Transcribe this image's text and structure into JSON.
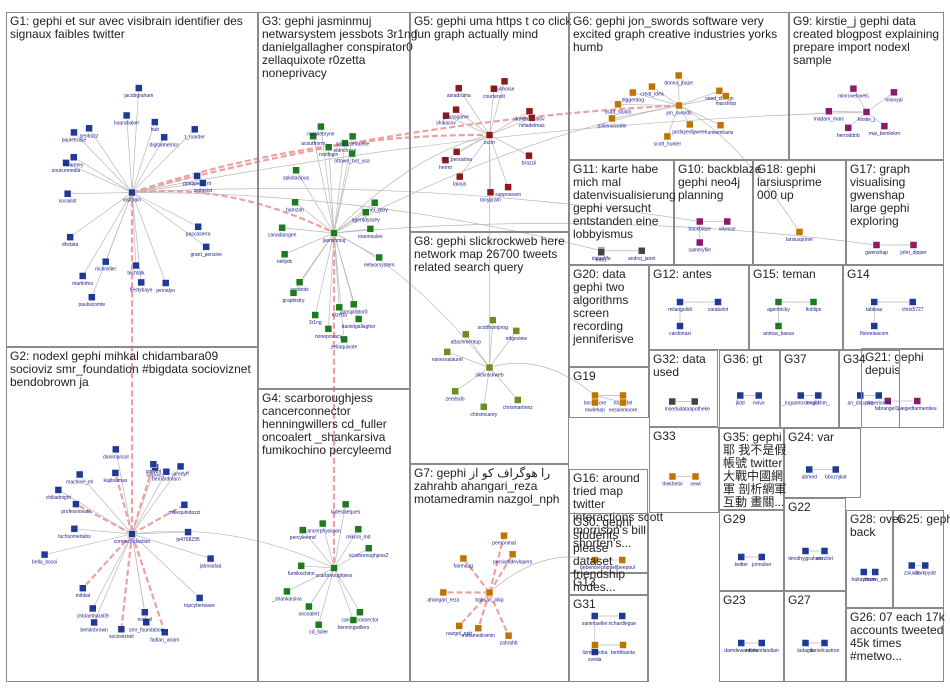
{
  "groups": [
    {
      "id": "G1",
      "title": [
        "G1: gephi et sur avec visibrain identifier des",
        "signaux faibles twitter"
      ],
      "color": "#1f3a93",
      "nodes": [
        "visibrain",
        "pascaserra",
        "grant_pensive",
        "jennalyo",
        "fiestybaye",
        "techtalk",
        "nickmiller",
        "paulsicomte",
        "martinfeo",
        "dhctata",
        "socialist",
        "sourcemedia",
        "mlarmey",
        "seobuzz",
        "pauletruise",
        "haurabaker",
        "jacobgraham",
        "hub",
        "digitalmetrics",
        "t_roarder",
        "ppeppermint",
        "zeitgeist"
      ]
    },
    {
      "id": "G2",
      "title": [
        "G2: nodexl gephi mihkal chidambara09",
        "socioviz smr_foundation #bigdata socioviznet",
        "bendobrown ja"
      ],
      "color": "#1f3a93",
      "nodes": [
        "connectedaction",
        "jatovadaa",
        "topcyberwave",
        "fadlan_anam",
        "smr_foundation",
        "nodexl",
        "socioviznet",
        "bendobrown",
        "chidambara09",
        "mihkal",
        "bella_bossi",
        "tuchsomerlabs",
        "professionals",
        "chiliadnight",
        "machine_ml",
        "kajitoumas",
        "danimarisol",
        "socioviz",
        "unswnl",
        "bernardmaro",
        "jaredyff",
        "mikequindazzi",
        "ip4768235"
      ]
    },
    {
      "id": "G3",
      "title": [
        "G3: gephi jasminmuj",
        "netwarsystem jessbots 3r1ng",
        "danielgallagher conspirator0",
        "zellaquixote r0zetta",
        "noneprivacy"
      ],
      "color": "#1e7a1e",
      "nodes": [
        "jasminmuj",
        "netwarsystem",
        "danielgallagher",
        "conspirator0",
        "zellaquixote",
        "r0zetta",
        "noneprivacy",
        "3r1ng",
        "jessbots",
        "graphistry",
        "nellydc",
        "canadiangen",
        "hamzah",
        "sploitacious",
        "acoutfrorm",
        "nataliebryne",
        "rootlogin",
        "eldrichgcg",
        "squidzonabelle",
        "ottown_bot_usa",
        "kamer_gary",
        "agentdyssey",
        "ioannoulev"
      ]
    },
    {
      "id": "G4",
      "title": [
        "G4: scarboroughjess",
        "cancerconnector",
        "henningwillers cd_fuller",
        "oncoalert _shankarsiva",
        "fumikochino percyleemd"
      ],
      "color": "#1e7a1e",
      "nodes": [
        "scarboroughjess",
        "cancerconnector",
        "henningwillers",
        "cd_fuller",
        "oncoalert",
        "_shankarsiva",
        "fumikochino",
        "percyleemd",
        "cancerphysician",
        "ladeslaeques",
        "mikroli_md",
        "scarboroughjess2"
      ]
    },
    {
      "id": "G5",
      "title": [
        "G5: gephi uma https t co click",
        "fun graph actually mind"
      ],
      "color": "#8b1a1a",
      "nodes": [
        "ocorr",
        "brazzii",
        "supposeam",
        "tonypram",
        "lalaus",
        "hermt",
        "mv_persistiva",
        "shikacov",
        "gaussgame",
        "asradruma",
        "courtenolt",
        "nullnoise",
        "dandierdubov",
        "mfiadelmas"
      ]
    },
    {
      "id": "G6",
      "title": [
        "G6: gephi jon_swords software very",
        "excited graph creative industries yorks",
        "humb"
      ],
      "color": "#c07400",
      "nodes": [
        "jon_swords",
        "smeimhans",
        "jardayedigweek",
        "scott_hunter",
        "poliencicodin",
        "ssad_studio",
        "diggerdog",
        "creat_idea",
        "donna_jbase",
        "seed_design",
        "marshlop"
      ]
    },
    {
      "id": "G7",
      "title": [
        "G7: gephi ‫را هوگراف کو از‬",
        "zahrahb ahangari_reza",
        "motamedramin nazgol_nph"
      ],
      "color": "#c07400",
      "nodes": [
        "bahsan_nikp",
        "zahrahb",
        "motamedramin",
        "nazgol_nph",
        "ahangari_reza",
        "fairmaag",
        "pernonmal",
        "persianidevlopers"
      ]
    },
    {
      "id": "G8",
      "title": [
        "G8: gephi slickrockweb here",
        "network map 26700 tweets",
        "related search query"
      ],
      "color": "#6b8e23",
      "nodes": [
        "slickrockweb",
        "chrismartinez",
        "chrismcarey",
        "zeedsdo",
        "vanessalaurel",
        "attachmentup",
        "scotthuntprog",
        "edgeview"
      ]
    },
    {
      "id": "G9",
      "title": [
        "G9: kirstie_j gephi data",
        "created blogpost explaining",
        "prepare import nodexl",
        "sample"
      ],
      "color": "#8b1a6b",
      "nodes": [
        "kirstie_j",
        "mai_bemlekm",
        "herroddob",
        "madam_marc",
        "minrovelovels",
        "minnyal"
      ]
    },
    {
      "id": "G10",
      "title": [
        "G10: backblaze",
        "gephi neo4j",
        "planning"
      ],
      "color": "#8b1a6b",
      "nodes": [
        "backblaze",
        "vikesse",
        "sammyfile"
      ]
    },
    {
      "id": "G11",
      "title": [
        "G11: karte habe",
        "mich mal",
        "datenvisualisierung",
        "gephi versucht",
        "entstanden eine",
        "lobbyismus"
      ],
      "color": "#444",
      "nodes": [
        "dataolife",
        "andrej_janet",
        "mrk1"
      ]
    },
    {
      "id": "G12",
      "title": [
        "G12: antes"
      ],
      "color": "#1f3a93",
      "nodes": [
        "milangolidi",
        "carabelot",
        "cardonazi"
      ]
    },
    {
      "id": "G13",
      "title": [
        "G13"
      ],
      "color": "#1f3a93",
      "nodes": [
        "sammueller",
        "richardlegue",
        "sveda"
      ]
    },
    {
      "id": "G14",
      "title": [
        "G14"
      ],
      "color": "#1f3a93",
      "nodes": [
        "tableau",
        "chris5727",
        "floreeisacom"
      ]
    },
    {
      "id": "G15",
      "title": [
        "G15: teman"
      ],
      "color": "#1e7a1e",
      "nodes": [
        "agentricky",
        "fioblips",
        "annisa_bassa"
      ]
    },
    {
      "id": "G16",
      "title": [
        "G16: around",
        "tried map",
        "twitter",
        "interactions scott",
        "morrison's bill",
        "shorten's..."
      ],
      "color": "#c07400",
      "nodes": [
        "bebenovicitip",
        "bellbeepoul"
      ]
    },
    {
      "id": "G17",
      "title": [
        "G17: graph",
        "visualising",
        "gwenshap",
        "large gephi",
        "exploring"
      ],
      "color": "#8b1a6b",
      "nodes": [
        "gwenshap",
        "john_dipper"
      ]
    },
    {
      "id": "G18",
      "title": [
        "G18: gephi",
        "larsiusprime",
        "000 up"
      ],
      "color": "#c07400",
      "nodes": [
        "larsiusprime"
      ]
    },
    {
      "id": "G19",
      "title": [
        "G19"
      ],
      "color": "#c07400",
      "nodes": [
        "bonestore",
        "niacadel",
        "mwlehan",
        "nessiemoore"
      ]
    },
    {
      "id": "G20",
      "title": [
        "G20: data",
        "gephi two",
        "algorithms",
        "screen",
        "recording",
        "jenniferisve"
      ],
      "color": "#444",
      "nodes": []
    },
    {
      "id": "G21",
      "title": [
        "G21: gephi",
        "depuis"
      ],
      "color": "#8b1a6b",
      "nodes": [
        "fabrangel11",
        "piegedtarmentieu"
      ]
    },
    {
      "id": "G22",
      "title": [
        "G22"
      ],
      "color": "#1f3a93",
      "nodes": [
        "timothyjgraham",
        "vezzilet"
      ]
    },
    {
      "id": "G23",
      "title": [
        "G23"
      ],
      "color": "#1f3a93",
      "nodes": [
        "damdewandele",
        "edcountlandian"
      ]
    },
    {
      "id": "G24",
      "title": [
        "G24: var"
      ],
      "color": "#1f3a93",
      "nodes": [
        "abmed",
        "bboznjkat"
      ]
    },
    {
      "id": "G25",
      "title": [
        "G25: gephi"
      ],
      "color": "#1f3a93",
      "nodes": [
        "zsiuala",
        "clarkpyatt"
      ]
    },
    {
      "id": "G26",
      "title": [
        "G26: 07 each 17k",
        "accounts tweeted",
        "45k times",
        "#metwo..."
      ],
      "color": "#444",
      "nodes": []
    },
    {
      "id": "G27",
      "title": [
        "G27"
      ],
      "color": "#1f3a93",
      "nodes": [
        "ladagia",
        "danielcastroo"
      ]
    },
    {
      "id": "G28",
      "title": [
        "G28: over",
        "back"
      ],
      "color": "#1f3a93",
      "nodes": [
        "haltaymam",
        "chrono_sm"
      ]
    },
    {
      "id": "G29",
      "title": [
        "G29"
      ],
      "color": "#1f3a93",
      "nodes": [
        "twitter",
        "jonnuber"
      ]
    },
    {
      "id": "G30",
      "title": [
        "G30: gephi",
        "students",
        "please",
        "dataset",
        "friendship",
        "nodes..."
      ],
      "color": "#444",
      "nodes": []
    },
    {
      "id": "G31",
      "title": [
        "G31"
      ],
      "color": "#c07400",
      "nodes": [
        "lizmaniloba",
        "berthbanta"
      ]
    },
    {
      "id": "G32",
      "title": [
        "G32: data",
        "used"
      ],
      "color": "#444",
      "nodes": [
        "lnsedu",
        "dataapotheke"
      ]
    },
    {
      "id": "G33",
      "title": [
        "G33"
      ],
      "color": "#c07400",
      "nodes": [
        "thekhetin",
        "oewl"
      ]
    },
    {
      "id": "G34",
      "title": [
        "G34"
      ],
      "color": "#1f3a93",
      "nodes": [
        "an_diaspite",
        "superiorma"
      ]
    },
    {
      "id": "G35",
      "title": [
        "G35: gephi",
        "耶 我不是假",
        "帳號 twitter",
        "大戰中國網",
        "軍 剖析網軍",
        "互動 畫關..."
      ],
      "color": "#444",
      "nodes": []
    },
    {
      "id": "G36",
      "title": [
        "G36: gt"
      ],
      "color": "#1f3a93",
      "nodes": [
        "jlidd",
        "nvivo"
      ]
    },
    {
      "id": "G37",
      "title": [
        "G37"
      ],
      "color": "#1f3a93",
      "nodes": [
        "_loganmcdonald",
        "englishm_"
      ]
    }
  ]
}
